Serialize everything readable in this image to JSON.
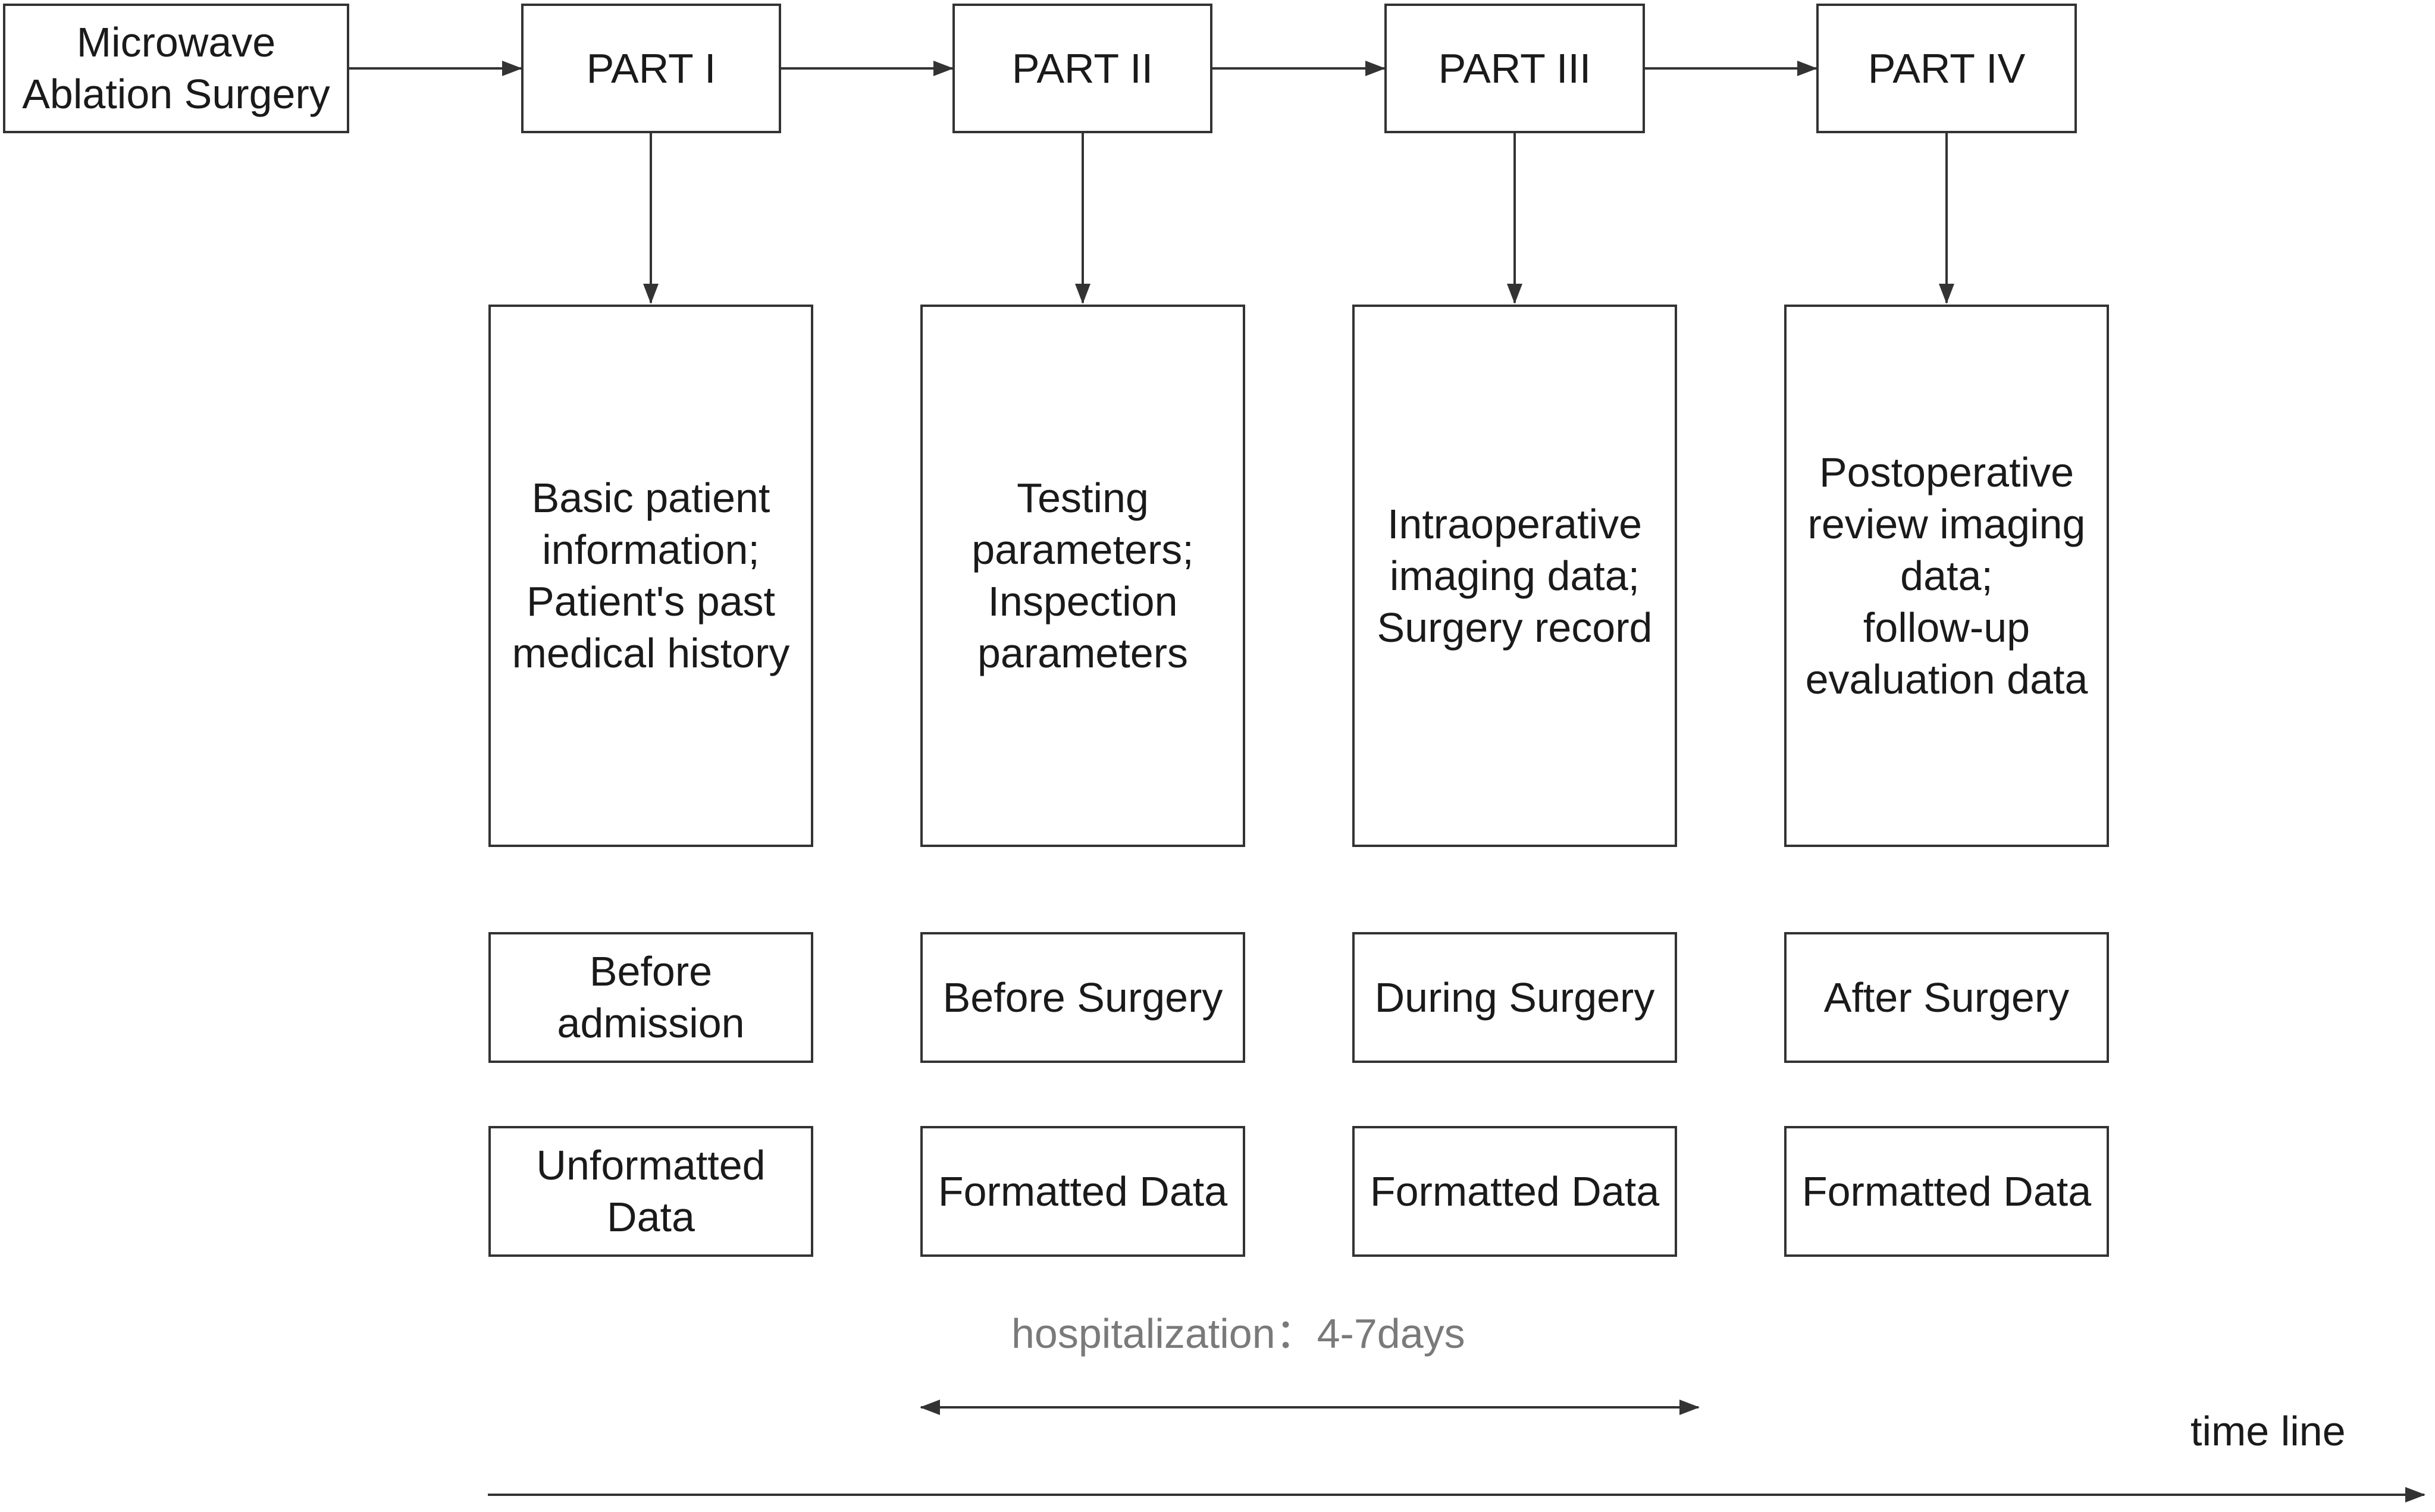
{
  "start": {
    "label": "Microwave\nAblation Surgery"
  },
  "parts": [
    {
      "title": "PART I",
      "content": "Basic patient\ninformation;\nPatient's past\nmedical history",
      "phase": "Before\nadmission",
      "format": "Unformatted\nData"
    },
    {
      "title": "PART II",
      "content": "Testing\nparameters;\nInspection\nparameters",
      "phase": "Before Surgery",
      "format": "Formatted Data"
    },
    {
      "title": "PART III",
      "content": "Intraoperative\nimaging data;\nSurgery record",
      "phase": "During Surgery",
      "format": "Formatted Data"
    },
    {
      "title": "PART IV",
      "content": "Postoperative\nreview imaging\ndata;\nfollow-up\nevaluation data",
      "phase": "After Surgery",
      "format": "Formatted Data"
    }
  ],
  "hospitalization": {
    "label": "hospitalization：4-7days"
  },
  "timeline": {
    "label": "time line"
  },
  "colors": {
    "stroke": "#333333",
    "text": "#1a1a1a",
    "hospitalization_text": "#7a7a7a"
  }
}
